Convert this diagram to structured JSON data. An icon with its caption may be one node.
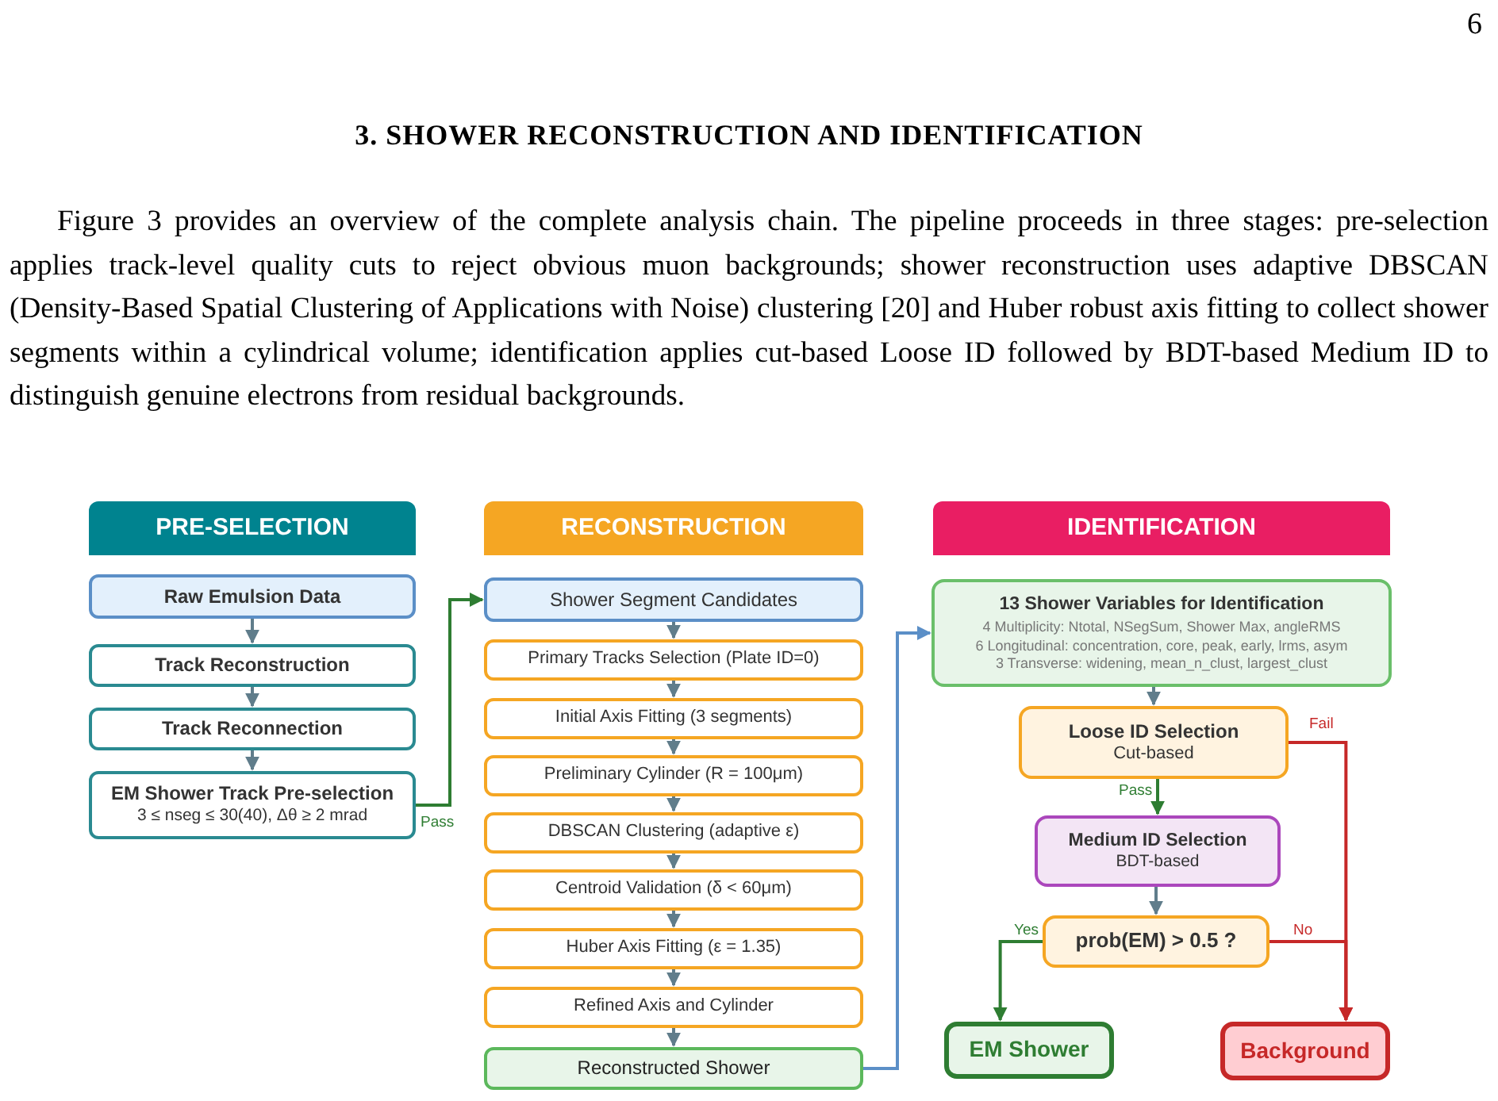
{
  "diagram": {
    "title": "3. SHOWER RECONSTRUCTION AND IDENTIFICATION",
    "nodes": [
      {
        "text": [
          "PRE-SELECTION"
        ]
      },
      {
        "text": [
          "Raw Emulsion Data"
        ]
      },
      {
        "text": [
          "Track Reconstruction"
        ]
      },
      {
        "text": [
          "Track Reconnection"
        ]
      },
      {
        "text": [
          "EM Shower Track Pre-selection",
          "3 ≤ nseg ≤ 30(40), Δθ ≥ 2 mrad"
        ]
      },
      {
        "text": [
          "RECONSTRUCTION"
        ]
      },
      {
        "text": [
          "Shower Segment Candidates"
        ]
      },
      {
        "text": [
          "Primary Tracks Selection (Plate ID=0)"
        ]
      },
      {
        "text": [
          "Initial Axis Fitting (3 segments)"
        ]
      },
      {
        "text": [
          "Preliminary Cylinder (R = 100μm)"
        ]
      },
      {
        "text": [
          "DBSCAN Clustering (adaptive ε)"
        ]
      },
      {
        "text": [
          "Centroid Validation (δ < 60μm)"
        ]
      },
      {
        "text": [
          "Huber Axis Fitting (ε = 1.35)"
        ]
      },
      {
        "text": [
          "Refined Axis and Cylinder"
        ]
      },
      {
        "text": [
          "Reconstructed Shower"
        ]
      },
      {
        "text": [
          "IDENTIFICATION"
        ]
      },
      {
        "text": [
          "13 Shower Variables for Identification",
          "4 Multiplicity: Ntotal, NSegSum, Shower Max, angleRMS",
          "6 Longitudinal: concentration, core, peak, early, lrms, asym",
          "3 Transverse: widening, mean_n_clust, largest_clust"
        ]
      },
      {
        "text": [
          "Loose ID Selection",
          "Cut-based"
        ]
      },
      {
        "text": [
          "Medium ID Selection",
          "BDT-based"
        ]
      },
      {
        "text": [
          "prob(EM) > 0.5 ?"
        ]
      },
      {
        "text": [
          "EM Shower"
        ]
      },
      {
        "text": [
          "Background"
        ]
      }
    ],
    "edges": [
      {
        "from": 1,
        "to": 2,
        "arrow": "to"
      },
      {
        "from": 2,
        "to": 3,
        "arrow": "to"
      },
      {
        "from": 3,
        "to": 4,
        "arrow": "to"
      },
      {
        "from": 4,
        "to": 6,
        "arrow": "to",
        "label": "Pass",
        "color": "#2e7d32"
      },
      {
        "from": 6,
        "to": 7,
        "arrow": "to"
      },
      {
        "from": 7,
        "to": 8,
        "arrow": "to"
      },
      {
        "from": 8,
        "to": 9,
        "arrow": "to"
      },
      {
        "from": 9,
        "to": 10,
        "arrow": "to"
      },
      {
        "from": 10,
        "to": 11,
        "arrow": "to"
      },
      {
        "from": 11,
        "to": 12,
        "arrow": "to"
      },
      {
        "from": 12,
        "to": 13,
        "arrow": "to"
      },
      {
        "from": 13,
        "to": 14,
        "arrow": "to"
      },
      {
        "from": 14,
        "to": 16,
        "arrow": "to",
        "color": "#5b8fc7"
      },
      {
        "from": 16,
        "to": 17,
        "arrow": "to"
      },
      {
        "from": 17,
        "to": 18,
        "arrow": "to",
        "label": "Pass",
        "color": "#2e7d32"
      },
      {
        "from": 17,
        "to": 21,
        "arrow": "to",
        "label": "Fail",
        "color": "#c62828"
      },
      {
        "from": 18,
        "to": 19,
        "arrow": "to"
      },
      {
        "from": 19,
        "to": 20,
        "arrow": "to",
        "label": "Yes",
        "color": "#2e7d32"
      },
      {
        "from": 19,
        "to": 21,
        "arrow": "to",
        "label": "No",
        "color": "#c62828"
      }
    ],
    "labels": [
      "6",
      "Figure 3 provides an overview of the complete analysis chain. The pipeline proceeds in three stages: pre-selection applies track-level quality cuts to reject obvious muon backgrounds; shower reconstruction uses adaptive DBSCAN (Density-Based Spatial Clustering of Applications with Noise) clustering [20] and Huber robust axis fitting to collect shower segments within a cylindrical volume; identification applies cut-based Loose ID followed by BDT-based Medium ID to distinguish genuine electrons from residual backgrounds."
    ]
  }
}
